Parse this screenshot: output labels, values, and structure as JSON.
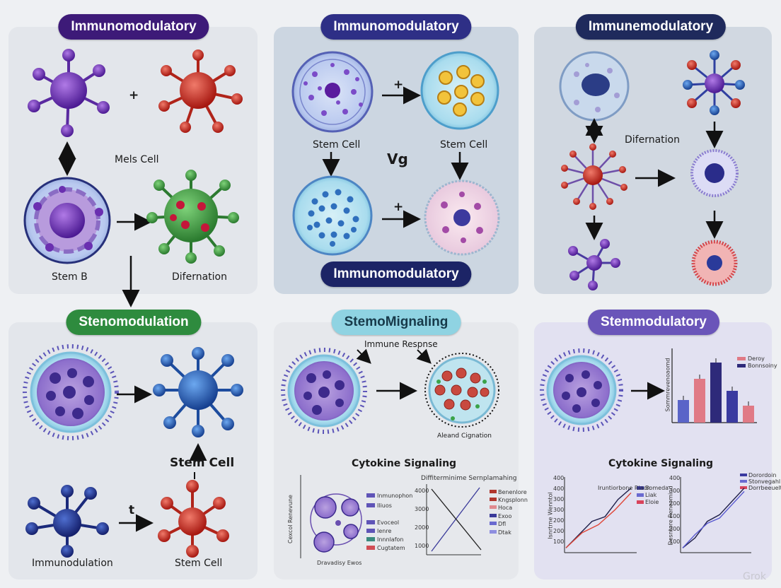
{
  "panels": {
    "p1": {
      "title": "Immunomodulatory",
      "label_mels": "Mels Cell",
      "label_plus": "+",
      "label_stem_b": "Stem B",
      "label_diff": "Difernation"
    },
    "p2": {
      "title": "Immunomodulatory",
      "label_plus_top": "+",
      "label_stem_left": "Stem Cell",
      "label_vg": "Vg",
      "label_stem_right": "Stem Cell",
      "label_plus_bottom": "+",
      "bottom_title": "Immunomodulatory"
    },
    "p3": {
      "title": "Immunemodulatory",
      "label_diff": "Difernation"
    },
    "p4": {
      "title": "Stenomodulation",
      "label_stem_cell": "Stem Cell",
      "label_t": "t",
      "label_immuno": "Immunodulation",
      "label_stem_cell_bottom": "Stem Cell"
    },
    "p5": {
      "title": "StemoMignaling",
      "label_response": "Immune Respnse",
      "label_altered": "Aleand Cignation",
      "label_cytokine": "Cytokine Signaling",
      "mini_left_legend": [
        "Inmunophon",
        "Iliuos",
        "Evoceol",
        "Ienre",
        "Innnlafon",
        "Cugtatem"
      ],
      "mini_left_xlabel": "Dravadisy Ewos",
      "mini_left_ylabel": "Cexcol Renevune",
      "mini_right_title": "Diffiterminime Sernplamahing",
      "mini_right_legend": [
        "Benenlore",
        "Kngsplonn",
        "Hoca",
        "Exoo",
        "Dfl",
        "Dtak"
      ],
      "mini_right_yticks": [
        "4000",
        "3000",
        "2000",
        "1000"
      ]
    },
    "p6": {
      "title": "Stemmodulatory",
      "label_cytokine": "Cytokine Signaling",
      "bar_legend": [
        "Deroy",
        "Bonnsoiny"
      ],
      "bar_ylabel": "Sommrevenoaomd",
      "line1_title": "Iruntiorbone Riaon",
      "line1_legend": [
        "Bomeda",
        "Liak",
        "Eloie"
      ],
      "line1_ylabel": "Isnrtrne Wenntol",
      "line1_yticks": [
        "400",
        "400",
        "300",
        "300",
        "200",
        "200",
        "100"
      ],
      "line2_legend": [
        "Dorordoin",
        "Stonvegahl",
        "Dorrbeeuelt"
      ],
      "line2_ylabel": "Desntore Reneomind",
      "line2_yticks": [
        "400",
        "300",
        "200",
        "100",
        "200",
        "100"
      ]
    }
  },
  "watermark": "Grok",
  "colors": {
    "p1_pill": "#3d1a78",
    "p2_pill": "#2e2f86",
    "p3_pill": "#1f2a5c",
    "p4_pill": "#2e8b3e",
    "p5_pill": "#8fd3e2",
    "p6_pill": "#6a55b9"
  },
  "chart_data": [
    {
      "type": "bar",
      "panel": "Stemmodulatory",
      "series": [
        {
          "name": "Deroy",
          "values": [
            0.32,
            0.62,
            0.85,
            0.45,
            0.24
          ]
        }
      ],
      "legend": [
        "Deroy",
        "Bonnsoiny"
      ],
      "ylabel": "Sommrevenoaomd",
      "note": "relative bar heights; no numeric axis printed"
    },
    {
      "type": "line",
      "panel": "StemoMignaling",
      "title": "Diffiterminime Sernplamahing",
      "series": [
        {
          "name": "Benenlore",
          "values": [
            0.1,
            0.9
          ]
        },
        {
          "name": "Kngsplonn",
          "values": [
            0.92,
            0.12
          ]
        }
      ],
      "yticks": [
        "4000",
        "3000",
        "2000",
        "1000"
      ]
    },
    {
      "type": "line",
      "panel": "Stemmodulatory",
      "title": "Iruntiorbone Riaon",
      "series": [
        {
          "name": "Bomeda",
          "values": [
            0.05,
            0.25,
            0.45,
            0.52,
            0.78,
            0.95
          ]
        },
        {
          "name": "Liak",
          "values": [
            0.05,
            0.28,
            0.4,
            0.62,
            0.88
          ]
        }
      ],
      "yticks": [
        "400",
        "400",
        "300",
        "300",
        "200",
        "200",
        "100"
      ]
    },
    {
      "type": "line",
      "panel": "Stemmodulatory",
      "series": [
        {
          "name": "Dorordoin",
          "values": [
            0.05,
            0.2,
            0.45,
            0.55,
            0.75,
            0.95
          ]
        },
        {
          "name": "Stonvegahl",
          "values": [
            0.05,
            0.25,
            0.42,
            0.5,
            0.7,
            0.9
          ]
        }
      ]
    }
  ]
}
